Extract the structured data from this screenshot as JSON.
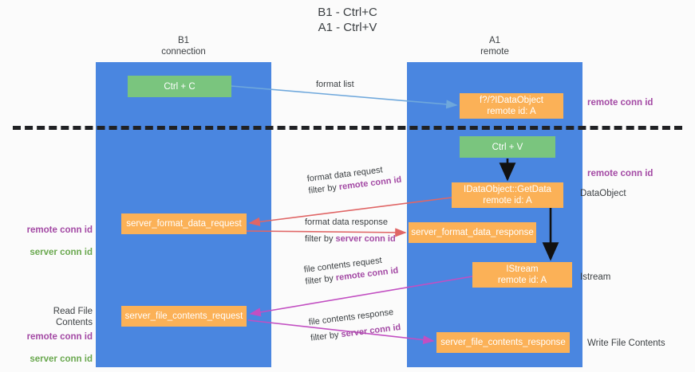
{
  "title": "B1 - Ctrl+C\nA1 - Ctrl+V",
  "lanes": {
    "left": {
      "header": "B1\nconnection",
      "color": "#4a86e0"
    },
    "right": {
      "header": "A1\nremote",
      "color": "#4a86e0"
    }
  },
  "colors": {
    "lane": "#4a86e0",
    "green_node": "#7ac57e",
    "orange_node": "#fbb157",
    "purple_text": "#a349a4",
    "green_text": "#6aa84f",
    "blue_arrow": "#6fa8dc",
    "red_arrow": "#e06666",
    "magenta_arrow": "#c24fc2",
    "black_arrow": "#000000",
    "separator": "#202124"
  },
  "nodes": {
    "ctrl_c": "Ctrl + C",
    "idataobject": "f?/?IDataObject\nremote id: A",
    "ctrl_v": "Ctrl + V",
    "getdata": "IDataObject::GetData\nremote id: A",
    "server_format_data_request": "server_format_data_request",
    "server_format_data_response": "server_format_data_response",
    "istream": "IStream\nremote id: A",
    "server_file_contents_request": "server_file_contents_request",
    "server_file_contents_response": "server_file_contents_response"
  },
  "edge_labels": {
    "format_list": "format list",
    "format_data_request": "format data request",
    "format_data_request_filter_prefix": "filter by ",
    "format_data_request_filter_value": "remote conn id",
    "format_data_response": "format data response",
    "format_data_response_filter_prefix": "filter by ",
    "format_data_response_filter_value": "server conn id",
    "file_contents_request": "file contents request",
    "file_contents_request_filter_prefix": "filter by ",
    "file_contents_request_filter_value": "remote conn id",
    "file_contents_response": "file contents response",
    "file_contents_response_filter_prefix": "filter by ",
    "file_contents_response_filter_value": "server conn id"
  },
  "annotations": {
    "remote_conn_id_top": "remote conn id",
    "remote_conn_id_mid": "remote conn id",
    "dataobject": "DataObject",
    "istream": "Istream",
    "write_file_contents": "Write File Contents",
    "read_file_contents": "Read File Contents",
    "left_remote_conn_id_1": "remote conn id",
    "left_server_conn_id_1": "server conn id",
    "left_remote_conn_id_2": "remote conn id",
    "left_server_conn_id_2": "server conn id"
  }
}
